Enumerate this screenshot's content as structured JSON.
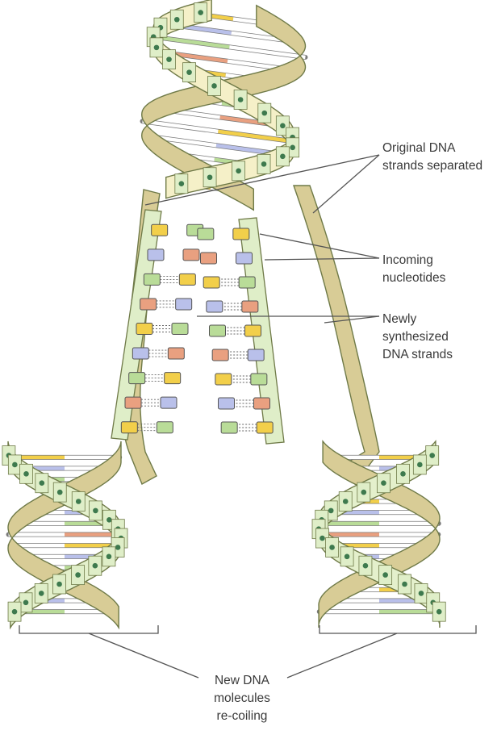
{
  "labels": {
    "original_line1": "Original DNA",
    "original_line2": "strands separated",
    "incoming_line1": "Incoming",
    "incoming_line2": "nucleotides",
    "newly_line1": "Newly",
    "newly_line2": "synthesized",
    "newly_line3": "DNA strands",
    "recoil_line1": "New DNA",
    "recoil_line2": "molecules",
    "recoil_line3": "re-coiling"
  },
  "colors": {
    "backbone_fill": "#f5f0c8",
    "backbone_stroke": "#6f7a48",
    "backbone_band": "#dfeec8",
    "strand_tan": "#d8cc96",
    "sugar_dot": "#3e7a4e",
    "base_yellow": "#f2cf4a",
    "base_blue": "#b9c0ea",
    "base_green": "#b9dc98",
    "base_salmon": "#e9a080"
  },
  "icons": [
    "double-helix-icon",
    "nucleotide-base-icon",
    "hydrogen-bond-icon"
  ]
}
